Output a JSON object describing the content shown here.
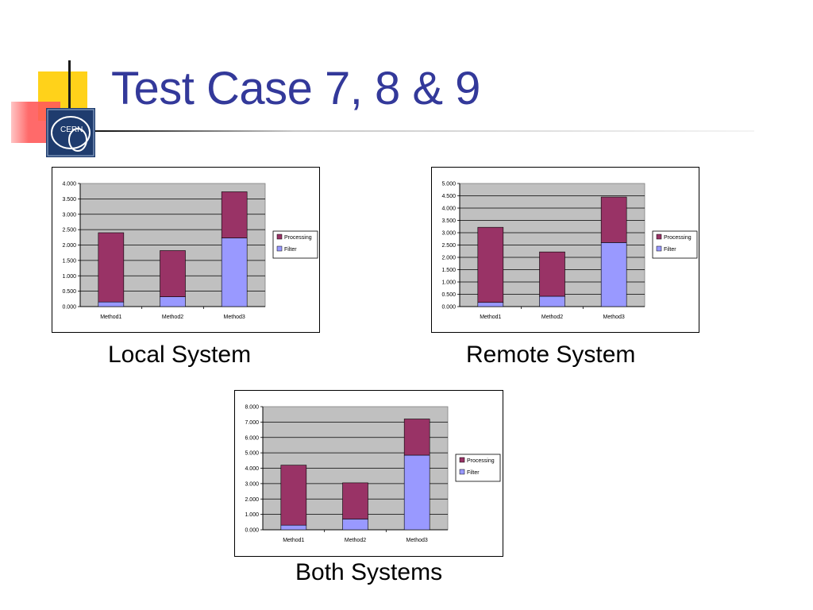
{
  "slide": {
    "title": "Test Case 7, 8 & 9",
    "logo_text": "CERN",
    "colors": {
      "title": "#33399a",
      "processing": "#993366",
      "filter": "#9999ff",
      "plot_bg": "#c0c0c0"
    }
  },
  "captions": [
    "Local System",
    "Remote System",
    "Both Systems"
  ],
  "chart_data": [
    {
      "type": "bar",
      "stacked": true,
      "categories": [
        "Method1",
        "Method2",
        "Method3"
      ],
      "series": [
        {
          "name": "Processing",
          "values": [
            2.25,
            1.5,
            1.5
          ]
        },
        {
          "name": "Filter",
          "values": [
            0.15,
            0.32,
            2.23
          ]
        }
      ],
      "ylim": [
        0,
        4
      ],
      "yticks": [
        "0.000",
        "0.500",
        "1.000",
        "1.500",
        "2.000",
        "2.500",
        "3.000",
        "3.500",
        "4.000"
      ],
      "grid": true,
      "legend": "right"
    },
    {
      "type": "bar",
      "stacked": true,
      "categories": [
        "Method1",
        "Method2",
        "Method3"
      ],
      "series": [
        {
          "name": "Processing",
          "values": [
            3.05,
            1.8,
            1.85
          ]
        },
        {
          "name": "Filter",
          "values": [
            0.17,
            0.42,
            2.6
          ]
        }
      ],
      "ylim": [
        0,
        5
      ],
      "yticks": [
        "0.000",
        "0.500",
        "1.000",
        "1.500",
        "2.000",
        "2.500",
        "3.000",
        "3.500",
        "4.000",
        "4.500",
        "5.000"
      ],
      "grid": true,
      "legend": "right"
    },
    {
      "type": "bar",
      "stacked": true,
      "categories": [
        "Method1",
        "Method2",
        "Method3"
      ],
      "series": [
        {
          "name": "Processing",
          "values": [
            3.9,
            2.35,
            2.35
          ]
        },
        {
          "name": "Filter",
          "values": [
            0.3,
            0.7,
            4.85
          ]
        }
      ],
      "ylim": [
        0,
        8
      ],
      "yticks": [
        "0.000",
        "1.000",
        "2.000",
        "3.000",
        "4.000",
        "5.000",
        "6.000",
        "7.000",
        "8.000"
      ],
      "grid": true,
      "legend": "right"
    }
  ]
}
